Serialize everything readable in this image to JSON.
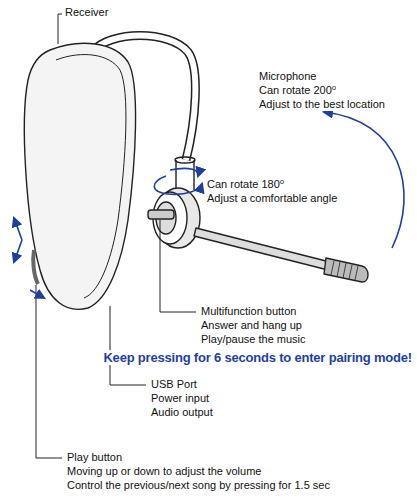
{
  "diagram": {
    "labels": [
      "Receiver",
      "Microphone",
      "Can rotate 200⁰",
      "Adjust to the best location",
      "Can rotate 180⁰",
      "Adjust a comfortable angle",
      "Multifunction button",
      "Answer and hang up",
      "Play/pause the music",
      "Keep pressing for 6 seconds to enter pairing mode!",
      "USB Port",
      "Power input",
      "Audio output",
      "Play button",
      "Moving up or down to adjust the volume",
      "Control the previous/next song by pressing for 1.5 sec"
    ]
  }
}
